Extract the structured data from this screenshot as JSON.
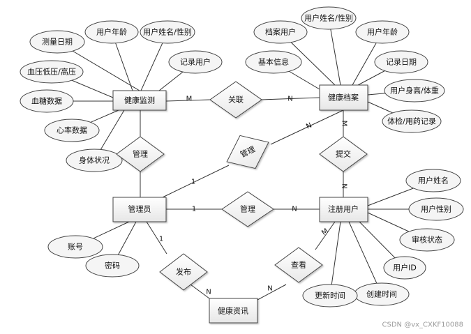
{
  "entities": {
    "health_monitor": "健康监测",
    "health_record": "健康档案",
    "admin": "管理员",
    "registered_user": "注册用户",
    "health_news": "健康资讯"
  },
  "relationships": {
    "associate": "关联",
    "manage_monitor": "管理",
    "manage_record": "管理",
    "manage_user": "管理",
    "submit": "提交",
    "publish": "发布",
    "view": "查看"
  },
  "attributes": {
    "measure_date": "测量日期",
    "monitor_user_age": "用户年龄",
    "monitor_user_name_gender": "用户姓名/性别",
    "monitor_record_user": "记录用户",
    "blood_pressure": "血压低压/高压",
    "blood_sugar": "血糖数据",
    "heart_rate": "心率数据",
    "body_status": "身体状况",
    "record_user": "档案用户",
    "record_user_name_gender": "用户姓名/性别",
    "record_user_age": "用户年龄",
    "basic_info": "基本信息",
    "record_date": "记录日期",
    "height_weight": "用户身高/体重",
    "checkup_medication": "体检/用药记录",
    "user_name": "用户姓名",
    "user_gender": "用户性别",
    "review_status": "审核状态",
    "user_id": "用户ID",
    "create_time": "创建时间",
    "update_time": "更新时间",
    "account": "账号",
    "password": "密码"
  },
  "cardinalities": {
    "associate_m": "M",
    "associate_n": "N",
    "manage_record_1": "1",
    "manage_record_n": "N",
    "manage_user_1": "1",
    "manage_user_n": "N",
    "submit_m": "M",
    "submit_n": "N",
    "publish_1": "1",
    "publish_n": "N",
    "view_m": "M",
    "view_n": "N"
  },
  "watermark": "CSDN @vx_CXKF10088"
}
